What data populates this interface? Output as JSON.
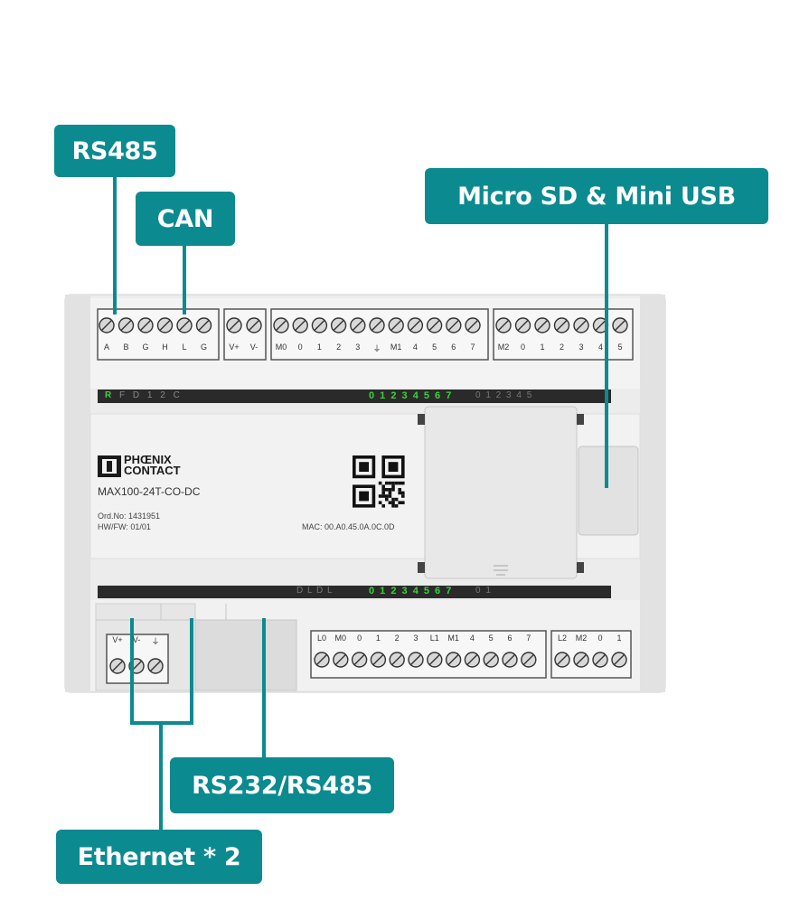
{
  "callouts": {
    "rs485": "RS485",
    "can": "CAN",
    "sd_usb": "Micro SD & Mini USB",
    "rs232_485": "RS232/RS485",
    "ethernet": "Ethernet * 2"
  },
  "device": {
    "brand_line1": "PHŒNIX",
    "brand_line2": "CONTACT",
    "model": "MAX100-24T-CO-DC",
    "ord_no": "Ord.No:  1431951",
    "hw_fw": "HW/FW:  01/01",
    "mac": "MAC:  00.A0.45.0A.0C.0D"
  },
  "terminals": {
    "top_block1": [
      "A",
      "B",
      "G",
      "H",
      "L",
      "G"
    ],
    "top_block2": [
      "V+",
      "V-"
    ],
    "top_block3": [
      "M0",
      "0",
      "1",
      "2",
      "3",
      "⏚",
      "M1",
      "4",
      "5",
      "6",
      "7"
    ],
    "top_block4": [
      "M2",
      "0",
      "1",
      "2",
      "3",
      "4",
      "5"
    ],
    "bottom_power": [
      "V+",
      "V-",
      "⏚"
    ],
    "bottom_block1": [
      "L0",
      "M0",
      "0",
      "1",
      "2",
      "3",
      "L1",
      "M1",
      "4",
      "5",
      "6",
      "7"
    ],
    "bottom_block2": [
      "L2",
      "M2",
      "0",
      "1"
    ]
  },
  "leds": {
    "top_status": "R F D 1 2 C",
    "top_inputs_on": "0 1 2 3 4 5 6 7",
    "top_inputs_off": "0 1 2 3 4 5",
    "bottom_status": "D L D L",
    "bottom_outputs_on": "0 1 2 3 4 5 6 7",
    "bottom_outputs_off": "0 1"
  },
  "colors": {
    "callout": "#0b8b8f",
    "led_green": "#3ad33a"
  }
}
